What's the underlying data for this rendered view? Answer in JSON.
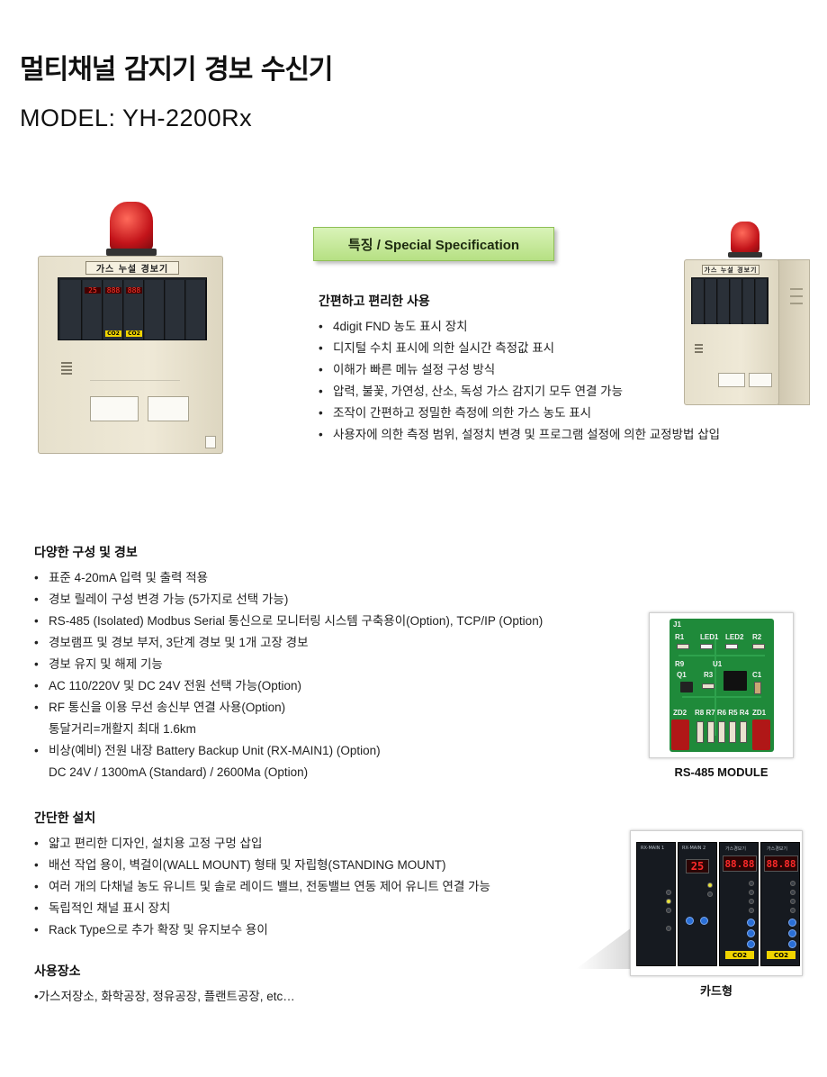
{
  "page": {
    "title": "멀티채널 감지기 경보 수신기",
    "model": "MODEL: YH-2200Rx"
  },
  "device_main": {
    "cabinet_label": "가스 누설 경보기",
    "tag1": "CO2",
    "tag2": "CO2"
  },
  "device_small": {
    "cabinet_label": "가스 누설 경보기"
  },
  "spec_badge": "특징  / Special Specification",
  "spec": {
    "heading": "간편하고 편리한 사용",
    "items": [
      "4digit FND 농도 표시 장치",
      "디지털 수치 표시에 의한 실시간 측정값 표시",
      "이해가 빠른 메뉴 설정 구성 방식",
      "압력, 불꽃, 가연성, 산소, 독성 가스 감지기 모두 연결 가능",
      "조작이 간편하고 정밀한 측정에 의한 가스 농도 표시",
      "사용자에 의한 측정 범위, 설정치 변경 및 프로그램 설정에 의한 교정방법 삽입"
    ]
  },
  "config": {
    "heading": "다양한 구성 및 경보",
    "items": [
      "표준 4-20mA 입력 및 출력 적용",
      "경보 릴레이 구성 변경 가능 (5가지로 선택 가능)",
      "RS-485 (Isolated) Modbus Serial 통신으로 모니터링 시스템 구축용이(Option), TCP/IP (Option)",
      "경보램프 및 경보 부저, 3단계 경보 및 1개 고장 경보",
      "경보 유지 및 해제 기능",
      "AC 110/220V 및 DC 24V 전원 선택 가능(Option)",
      "RF 통신을 이용 무선 송신부 연결 사용(Option)"
    ],
    "item7_cont": "통달거리=개활지 최대 1.6km",
    "item8": "비상(예비) 전원 내장 Battery Backup Unit  (RX-MAIN1) (Option)",
    "item8_cont": "DC 24V / 1300mA (Standard) / 2600Ma (Option)"
  },
  "install": {
    "heading": "간단한 설치",
    "items": [
      "얇고 편리한 디자인, 설치용 고정 구멍 삽입",
      "배선 작업 용이, 벽걸이(WALL MOUNT) 형태 및 자립형(STANDING MOUNT)",
      "여러 개의 다채널 농도 유니트 및 솔로 레이드 밸브, 전동밸브 연동 제어 유니트 연결 가능",
      "독립적인 채널 표시 장치",
      "Rack Type으로 추가 확장 및 유지보수 용이"
    ]
  },
  "usage": {
    "heading": "사용장소",
    "text": "•가스저장소, 화학공장, 정유공장, 플랜트공장, etc…"
  },
  "pcb": {
    "caption": "RS-485 MODULE",
    "labels": [
      "J1",
      "R1",
      "LED1",
      "LED2",
      "R2",
      "R9",
      "U1",
      "Q1",
      "R3",
      "C1",
      "ZD2",
      "R8 R7 R6 R5 R4",
      "ZD1"
    ]
  },
  "cards": {
    "caption": "카드형",
    "card1_title": "RX-MAIN 1",
    "card2_title": "RX-MAIN 2",
    "card3_title": "가스경보기",
    "card4_title": "가스경보기",
    "card2_value": "25",
    "card3_value": "88.88",
    "card4_value": "88.88",
    "card3_tag": "CO2",
    "card4_tag": "CO2"
  }
}
